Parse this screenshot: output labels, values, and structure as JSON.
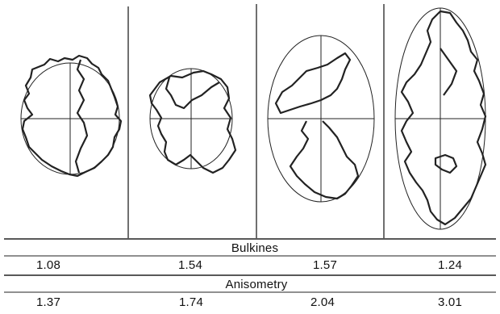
{
  "rows": [
    {
      "header": "Bulkines",
      "values": [
        "1.08",
        "1.54",
        "1.57",
        "1.24"
      ]
    },
    {
      "header": "Anisometry",
      "values": [
        "1.37",
        "1.74",
        "2.04",
        "3.01"
      ]
    }
  ]
}
